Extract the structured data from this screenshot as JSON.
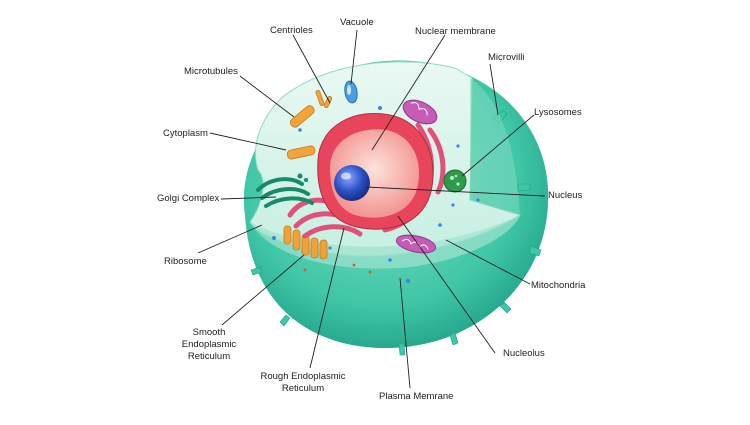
{
  "diagram": {
    "labels": {
      "centrioles": "Centrioles",
      "vacuole": "Vacuole",
      "nuclear_membrane": "Nuclear membrane",
      "microvilli": "Microvilli",
      "microtubules": "Microtubules",
      "lysosomes": "Lysosomes",
      "cytoplasm": "Cytoplasm",
      "golgi_complex": "Golgi Complex",
      "nucleus": "Nucleus",
      "ribosome": "Ribosome",
      "mitochondria": "Mitochondria",
      "smooth_er": "Smooth\nEndoplasmic\nReticulum",
      "nucleolus": "Nucleolus",
      "rough_er": "Rough Endoplasmic\nReticulum",
      "plasma_membrane": "Plasma Memrane"
    },
    "colors": {
      "membrane": "#3fc6a6",
      "membrane_dark": "#1f9f86",
      "cytoplasm": "#d8f3ea",
      "nuclear_envelope": "#e8445c",
      "nucleus_inner": "#f7a7a0",
      "nucleolus": "#2c4fc4",
      "rough_er": "#e0507a",
      "smooth_er": "#f0a23a",
      "golgi": "#178a6a",
      "lysosome": "#2f9a4a",
      "mitochondria": "#8b3a8f",
      "vacuole": "#4a9ee0",
      "leader_line": "#222222"
    }
  }
}
